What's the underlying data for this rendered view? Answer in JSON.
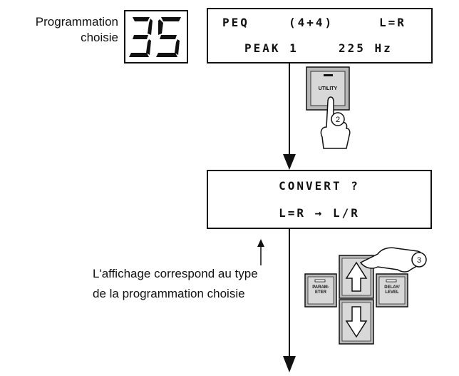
{
  "selected_program": {
    "label_line1": "Programmation",
    "label_line2": "choisie",
    "number": "35"
  },
  "display_top": {
    "line1_left": "PEQ",
    "line1_mid": "(4+4)",
    "line1_right": "L=R",
    "line2_left": "PEAK 1",
    "line2_right": "225 Hz"
  },
  "utility_button": {
    "label": "UTILITY",
    "step": "2"
  },
  "display_convert": {
    "line1": "CONVERT ?",
    "line2": "L=R → L/R"
  },
  "annotation": {
    "line1": "L'affichage correspond au type",
    "line2": "de la programmation choisie"
  },
  "keypad": {
    "parameter_label_1": "PARAM-",
    "parameter_label_2": "ETER",
    "delay_label_1": "DELAY/",
    "delay_label_2": "LEVEL",
    "step": "3",
    "up_icon": "up-arrow-icon",
    "down_icon": "down-arrow-icon"
  }
}
